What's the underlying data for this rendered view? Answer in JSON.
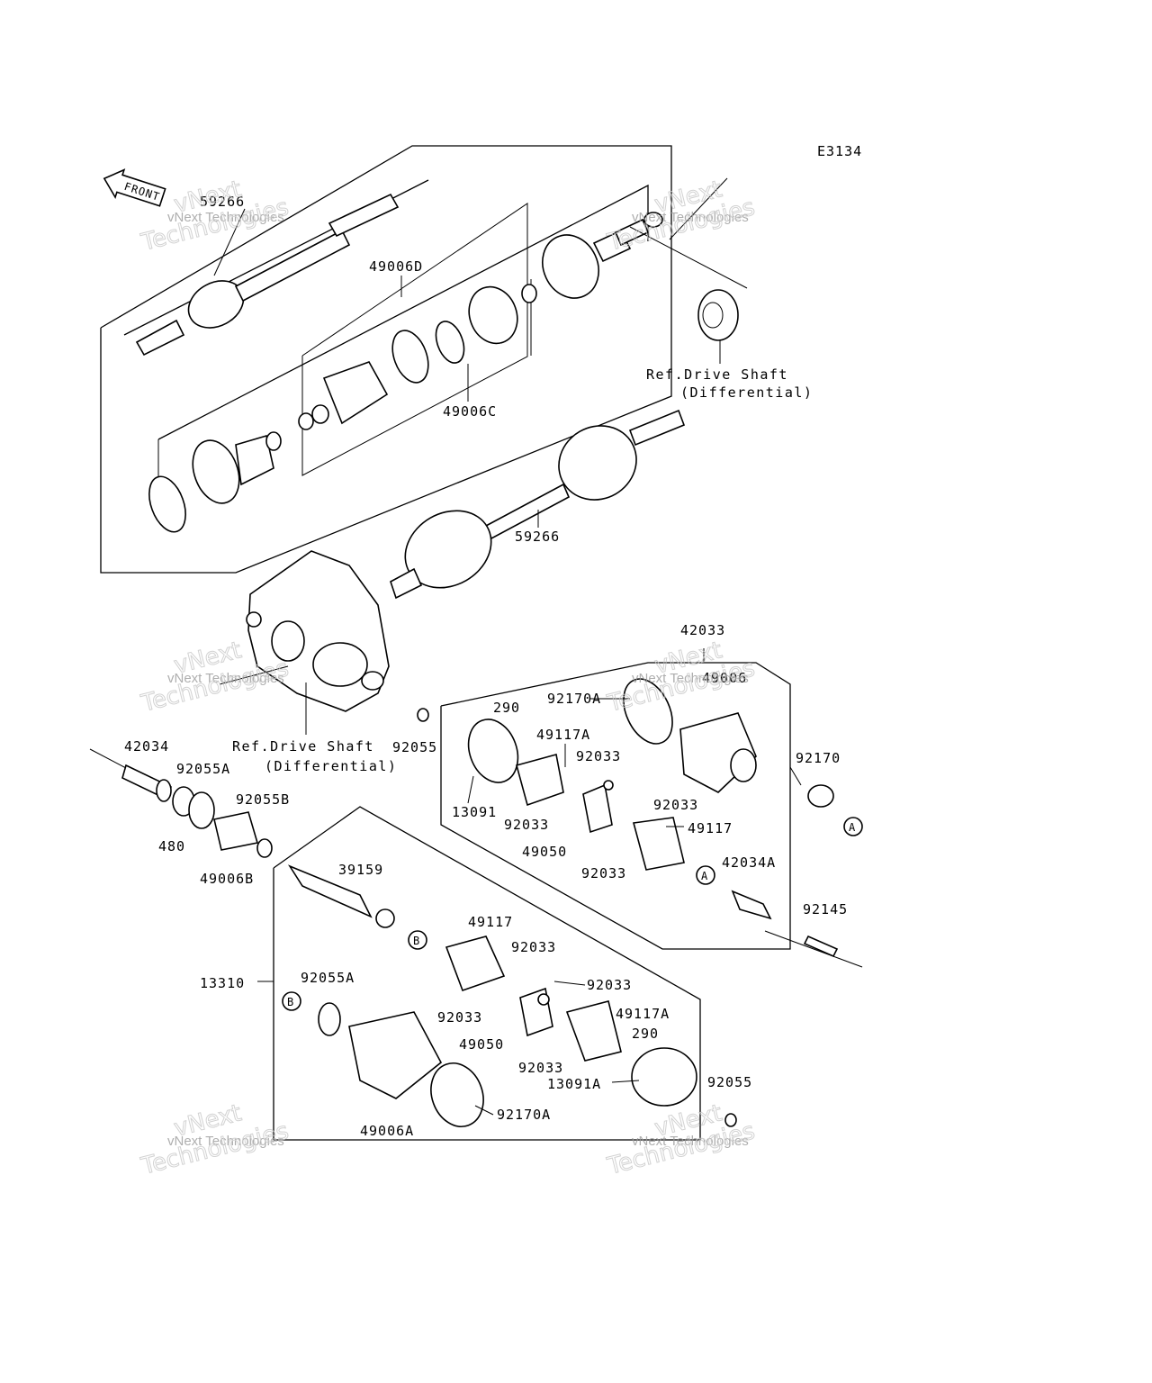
{
  "diagram_code": "E3134",
  "front_label": "FRONT",
  "parts": {
    "p59266_top": "59266",
    "p49006D": "49006D",
    "p49006C": "49006C",
    "p59266_mid": "59266",
    "ref_top_line1": "Ref.Drive Shaft",
    "ref_top_line2": "(Differential)",
    "ref_mid_line1": "Ref.Drive Shaft",
    "ref_mid_line2": "(Differential)",
    "p42033": "42033",
    "p49006": "49006",
    "p92170A": "92170A",
    "p290_a": "290",
    "p92170": "92170",
    "p49117A_a": "49117A",
    "p92033_a1": "92033",
    "p92033_a2": "92033",
    "p92033_a3": "92033",
    "p92033_a4": "92033",
    "p13091": "13091",
    "p49117_a": "49117",
    "p49050_a": "49050",
    "p42034A": "42034A",
    "p92145": "92145",
    "p92055_a": "92055",
    "p42034": "42034",
    "p92055A_a": "92055A",
    "p92055B": "92055B",
    "p480": "480",
    "p49006B": "49006B",
    "p39159": "39159",
    "p49117_b": "49117",
    "p92033_b1": "92033",
    "p92033_b2": "92033",
    "p92033_b3": "92033",
    "p92033_b4": "92033",
    "p13310": "13310",
    "p92055A_b": "92055A",
    "p49050_b": "49050",
    "p49117A_b": "49117A",
    "p290_b": "290",
    "p13091A": "13091A",
    "p92055_b": "92055",
    "p49006A": "49006A",
    "p92170A_b": "92170A"
  },
  "callouts": {
    "A": "A",
    "B": "B"
  },
  "watermark": {
    "small": "vNext Technologies",
    "large_top": "vNext",
    "large_bottom": "Technologies"
  }
}
